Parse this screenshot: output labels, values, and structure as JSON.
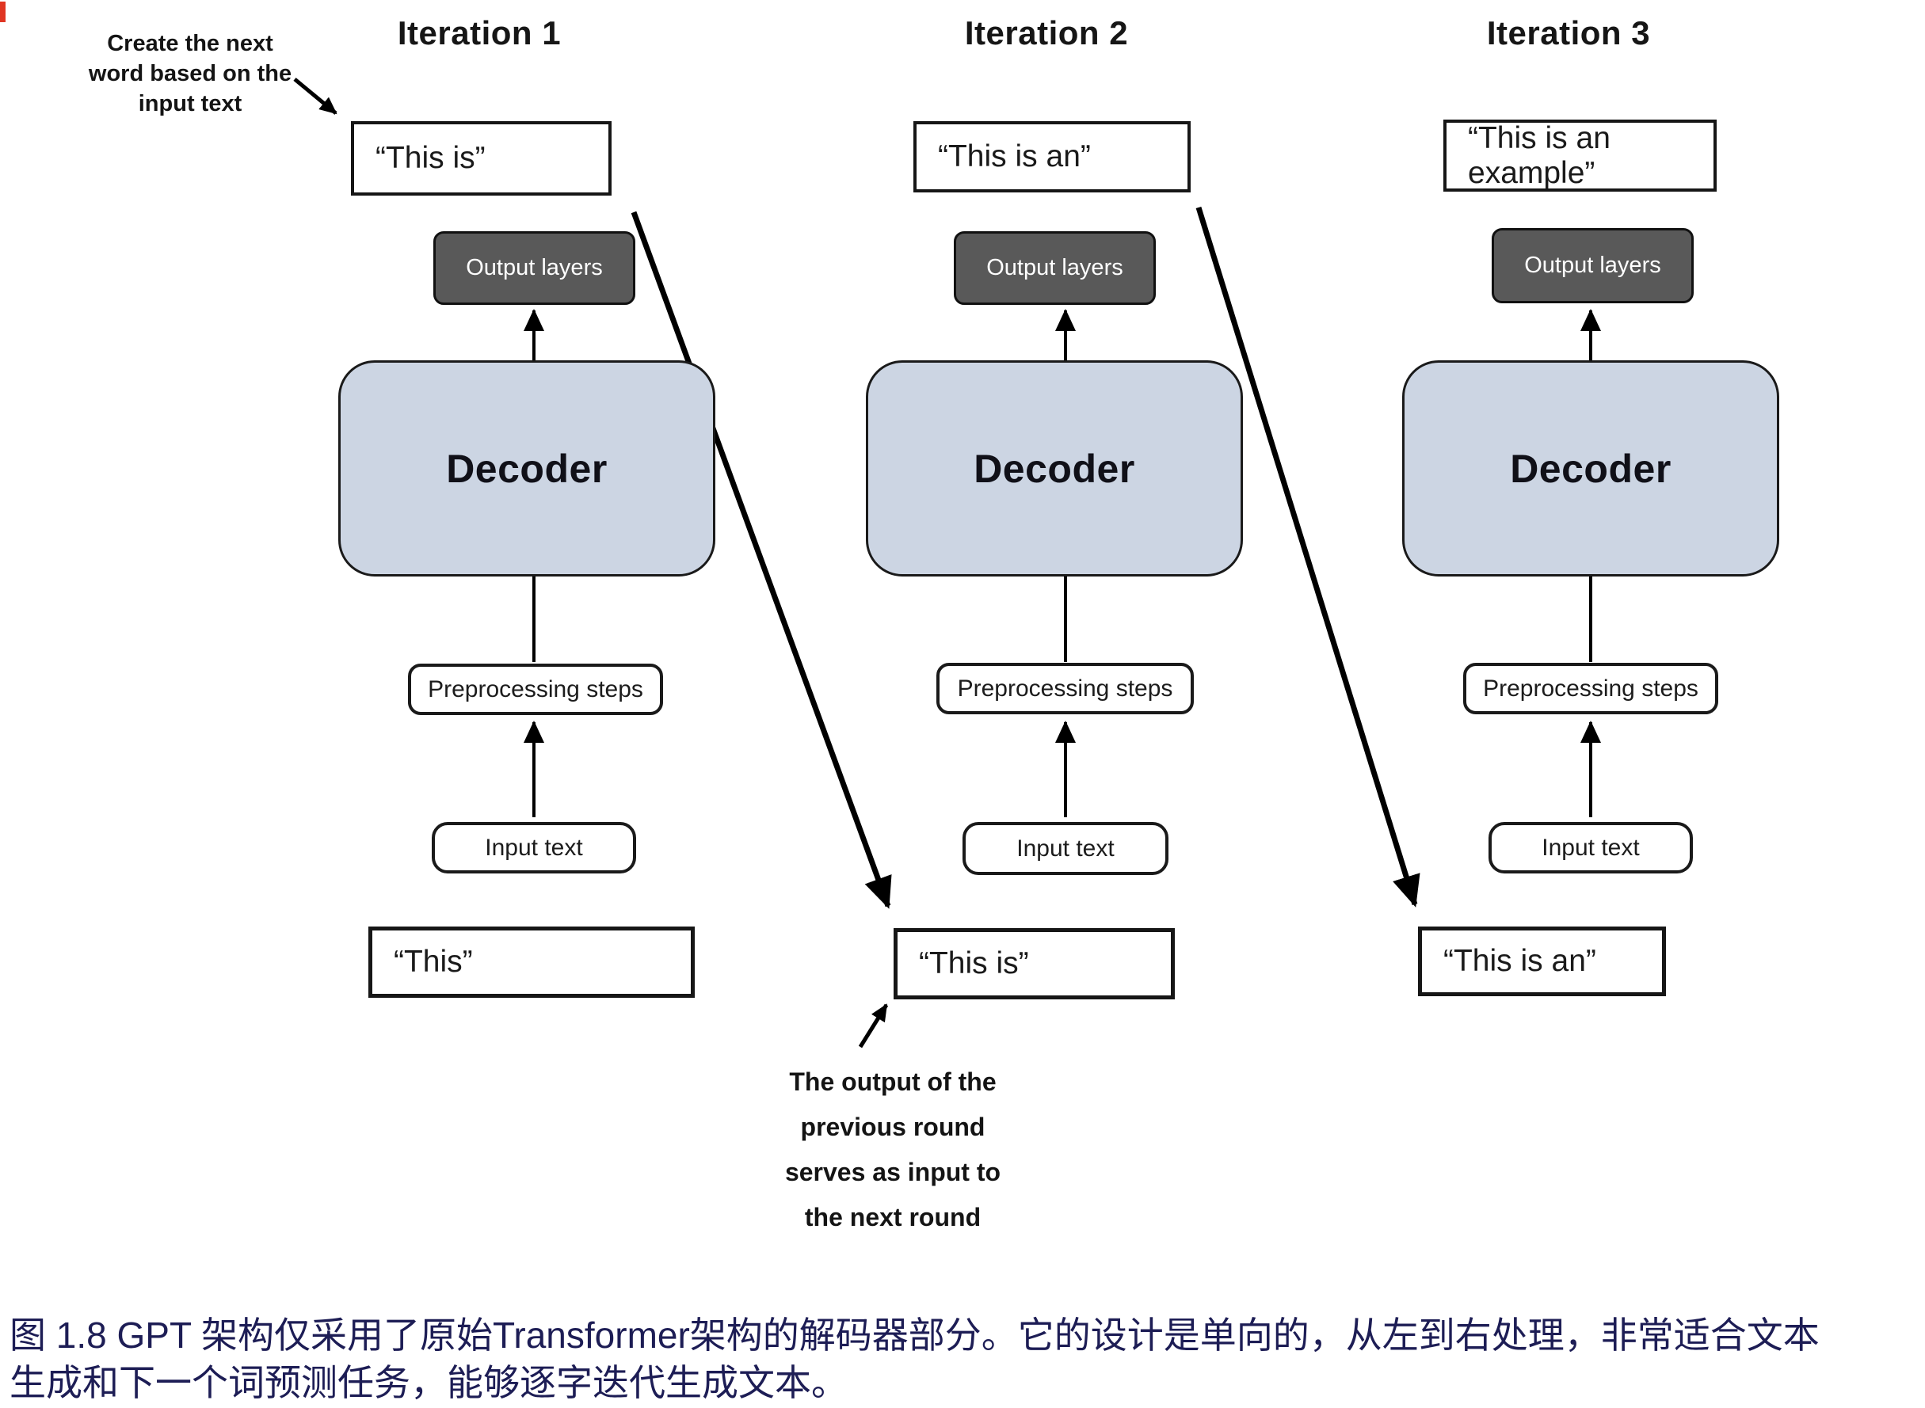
{
  "annotations": {
    "top_left": {
      "lines": [
        "Create the next",
        "word based on the",
        "input text"
      ]
    },
    "bottom": {
      "lines": [
        "The output of the",
        "previous round",
        "serves as input to",
        "the next round"
      ]
    }
  },
  "columns": [
    {
      "title": "Iteration 1",
      "output_text": "“This is”",
      "output_layers_label": "Output layers",
      "decoder_label": "Decoder",
      "preprocessing_label": "Preprocessing steps",
      "input_label": "Input text",
      "bottom_text": "“This”"
    },
    {
      "title": "Iteration 2",
      "output_text": "“This is an”",
      "output_layers_label": "Output layers",
      "decoder_label": "Decoder",
      "preprocessing_label": "Preprocessing steps",
      "input_label": "Input text",
      "bottom_text": "“This is”"
    },
    {
      "title": "Iteration 3",
      "output_text": "“This is an example”",
      "output_layers_label": "Output layers",
      "decoder_label": "Decoder",
      "preprocessing_label": "Preprocessing steps",
      "input_label": "Input text",
      "bottom_text": "“This is an”"
    }
  ],
  "caption": {
    "line1": "图 1.8  GPT 架构仅采用了原始Transformer架构的解码器部分。它的设计是单向的，从左到右处理，非常适合文本",
    "line2": "生成和下一个词预测任务，能够逐字迭代生成文本。"
  },
  "colors": {
    "decoder_fill": "#ccd5e3",
    "output_layers_fill": "#595959",
    "caption_text": "#1d1d55",
    "diagram_line": "#000000",
    "edge_artifact_red": "#e03522"
  }
}
